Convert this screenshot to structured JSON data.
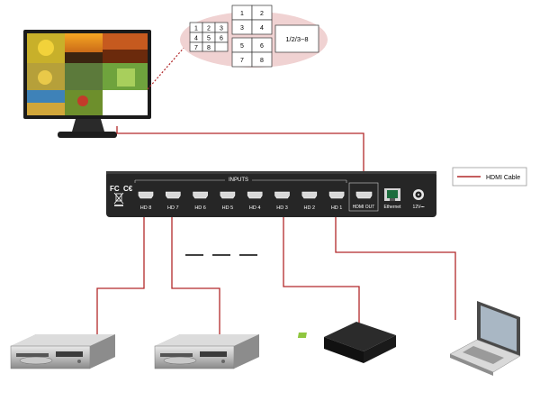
{
  "layout_grid": {
    "left_cells": [
      "1",
      "2",
      "3",
      "4",
      "5",
      "6",
      "7",
      "8"
    ],
    "right_cells": [
      "1",
      "2",
      "3",
      "4",
      "5",
      "6",
      "7",
      "8"
    ],
    "mode_label": "1/2/3~8"
  },
  "device": {
    "marks": {
      "fc": "FC",
      "ce": "C€"
    },
    "inputs_title": "INPUTS",
    "ports": [
      "HD 8",
      "HD 7",
      "HD 6",
      "HD 5",
      "HD 4",
      "HD 3",
      "HD 2",
      "HD 1"
    ],
    "hdmi_out": "HDMI OUT",
    "ethernet": "Ethernet",
    "power": "12V⎓"
  },
  "legend": {
    "label": "HDMI Cable"
  },
  "colors": {
    "cable": "#b2282a",
    "device": "#2a2a2a",
    "bubble": "#f0d2d2",
    "green": "#8fc63f"
  }
}
